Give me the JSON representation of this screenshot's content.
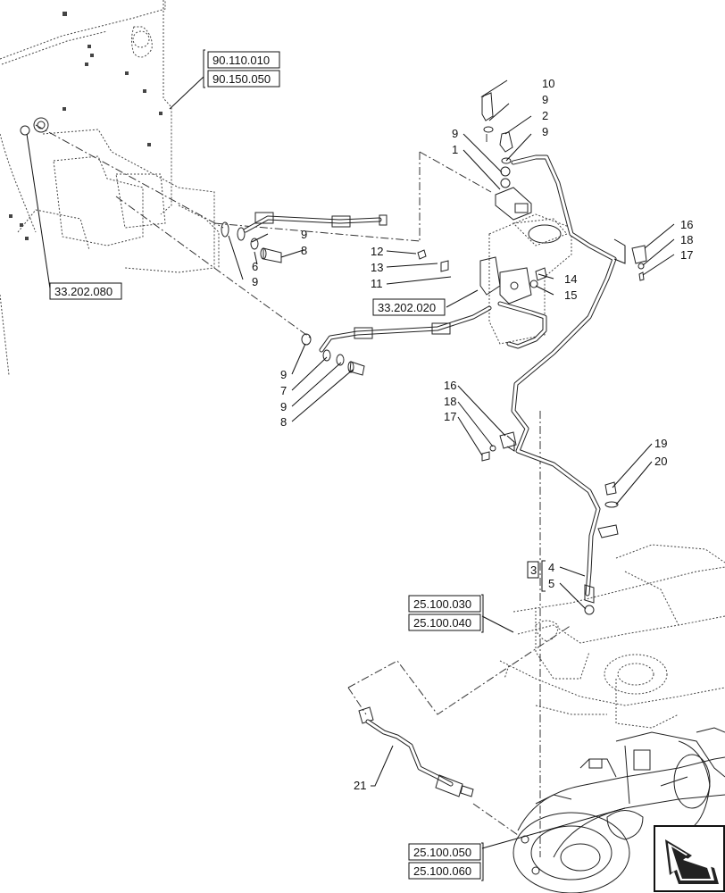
{
  "references": {
    "r90_110_010": "90.110.010",
    "r90_150_050": "90.150.050",
    "r33_202_080": "33.202.080",
    "r33_202_020": "33.202.020",
    "r25_100_030": "25.100.030",
    "r25_100_040": "25.100.040",
    "r25_100_050": "25.100.050",
    "r25_100_060": "25.100.060",
    "kit": "3"
  },
  "callouts": {
    "c10": "10",
    "c9a": "9",
    "c2": "2",
    "c9b": "9",
    "c9c": "9",
    "c1": "1",
    "c9d": "9",
    "c8a": "8",
    "c6": "6",
    "c9e": "9",
    "c12": "12",
    "c13": "13",
    "c11": "11",
    "c14": "14",
    "c15": "15",
    "c16a": "16",
    "c18a": "18",
    "c17a": "17",
    "c9f": "9",
    "c7": "7",
    "c9g": "9",
    "c8b": "8",
    "c16b": "16",
    "c18b": "18",
    "c17b": "17",
    "c19": "19",
    "c20": "20",
    "c4": "4",
    "c5": "5",
    "c21": "21"
  },
  "icons": {
    "corner": "direction-arrow-icon"
  }
}
